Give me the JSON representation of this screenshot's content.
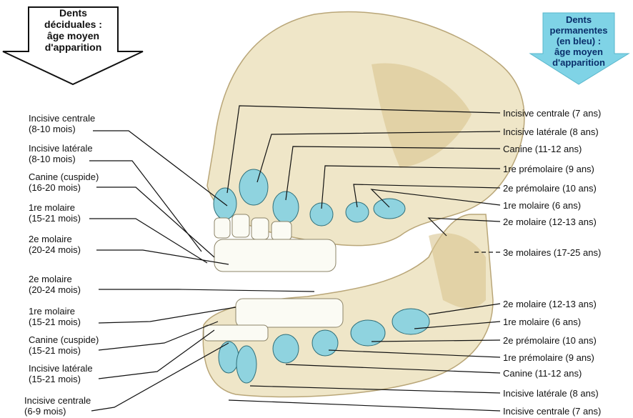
{
  "headers": {
    "deciduous": [
      "Dents",
      "déciduales :",
      "âge moyen",
      "d'apparition"
    ],
    "permanent": [
      "Dents",
      "permanentes",
      "(en bleu) :",
      "âge moyen",
      "d'apparition"
    ]
  },
  "left_labels": [
    {
      "name": "Incisive centrale",
      "age": "(8-10 mois)"
    },
    {
      "name": "Incisive latérale",
      "age": "(8-10 mois)"
    },
    {
      "name": "Canine (cuspide)",
      "age": "(16-20 mois)"
    },
    {
      "name": "1re molaire",
      "age": "(15-21 mois)"
    },
    {
      "name": "2e molaire",
      "age": "(20-24 mois)"
    },
    {
      "name": "2e molaire",
      "age": "(20-24 mois)"
    },
    {
      "name": "1re molaire",
      "age": "(15-21 mois)"
    },
    {
      "name": "Canine (cuspide)",
      "age": "(15-21 mois)"
    },
    {
      "name": "Incisive latérale",
      "age": "(15-21 mois)"
    },
    {
      "name": "Incisive centrale",
      "age": "(6-9 mois)"
    }
  ],
  "right_labels": [
    "Incisive centrale (7 ans)",
    "Incisive latérale (8 ans)",
    "Canine (11-12 ans)",
    "1re prémolaire (9 ans)",
    "2e prémolaire (10 ans)",
    "1re molaire (6 ans)",
    "2e molaire (12-13 ans)",
    "3e molaires (17-25 ans)",
    "2e molaire (12-13 ans)",
    "1re molaire (6 ans)",
    "2e prémolaire (10 ans)",
    "1re prémolaire (9 ans)",
    "Canine (11-12 ans)",
    "Incisive latérale (8 ans)",
    "Incisive centrale (7 ans)"
  ],
  "colors": {
    "bone": "#efe6c8",
    "bone_shadow": "#d9c58f",
    "permanent_tooth": "#8fd3df",
    "deciduous_tooth": "#fbfbf4",
    "header_blue": "#7fd3e6"
  }
}
